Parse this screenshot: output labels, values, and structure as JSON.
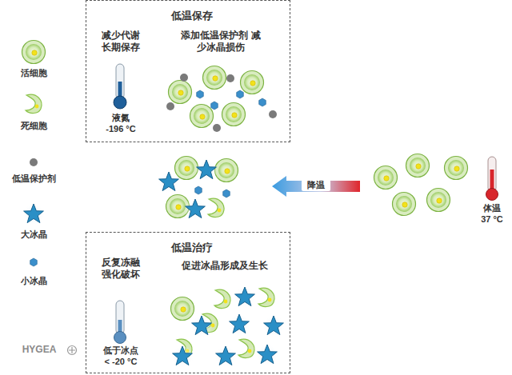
{
  "diagram": {
    "nodes": [
      {
        "text": [
          "低温保存",
          "添加低温保护剂 减少冰晶损伤",
          "减少代谢 长期保存",
          "液氮 -196 °C"
        ]
      },
      {
        "text": [
          "低温治疗",
          "促进冰晶形成及生长",
          "反复冻融 强化破坏",
          "低于冰点 < -20 °C"
        ]
      }
    ],
    "edges": [],
    "labels": [
      "降温",
      "体温 37 °C",
      "HYGEA"
    ],
    "legend": [
      {
        "text": "活细胞"
      },
      {
        "text": "死细胞"
      },
      {
        "text": "低温保护剂"
      },
      {
        "text": "大冰晶"
      },
      {
        "text": "小冰晶"
      }
    ]
  }
}
